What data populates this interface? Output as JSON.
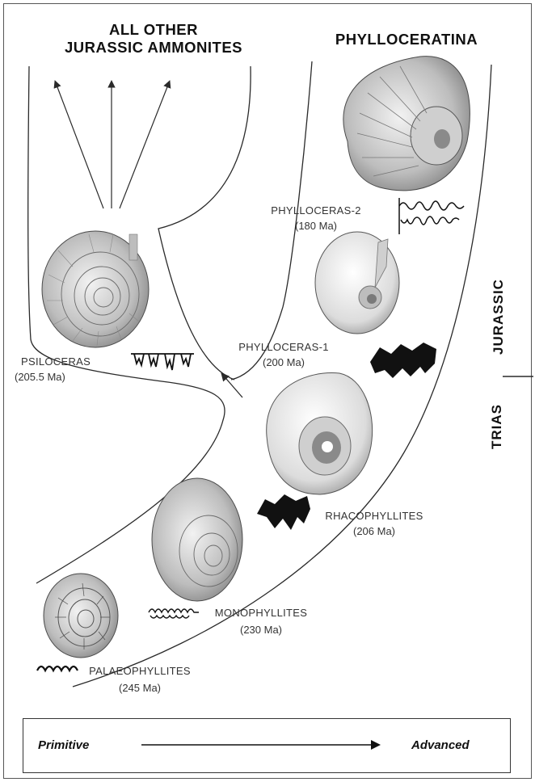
{
  "headings": {
    "other_line1": "ALL OTHER",
    "other_line2": "JURASSIC AMMONITES",
    "phylloceratina": "PHYLLOCERATINA"
  },
  "periods": {
    "jurassic": "JURASSIC",
    "trias": "TRIAS"
  },
  "taxa": [
    {
      "name": "PHYLLOCERAS-2",
      "age": "(180 Ma)"
    },
    {
      "name": "PHYLLOCERAS-1",
      "age": "(200 Ma)"
    },
    {
      "name": "PSILOCERAS",
      "age": "(205.5 Ma)"
    },
    {
      "name": "RHACOPHYLLITES",
      "age": "(206 Ma)"
    },
    {
      "name": "MONOPHYLLITES",
      "age": "(230 Ma)"
    },
    {
      "name": "PALAEOPHYLLITES",
      "age": "(245 Ma)"
    }
  ],
  "legend": {
    "left": "Primitive",
    "right": "Advanced"
  },
  "colors": {
    "line": "#2a2a2a",
    "shell_dark": "#6b6b6b",
    "shell_light": "#d9d9d9",
    "suture": "#111111"
  }
}
